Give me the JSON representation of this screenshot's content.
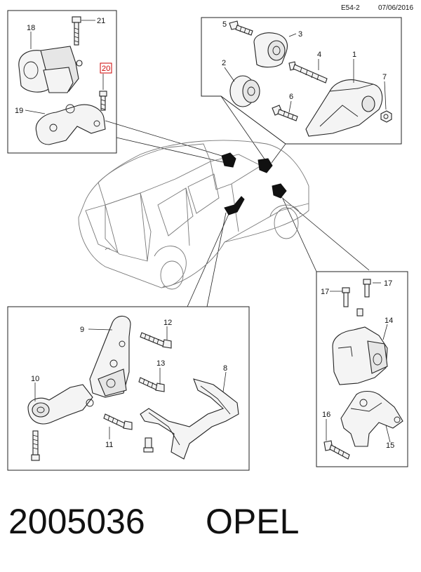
{
  "header": {
    "code": "E54-2",
    "date": "07/06/2016"
  },
  "footer": {
    "part_number": "2005036",
    "brand": "OPEL"
  },
  "callouts": {
    "c1": "1",
    "c2": "2",
    "c3": "3",
    "c4": "4",
    "c5": "5",
    "c6": "6",
    "c7": "7",
    "c8": "8",
    "c9": "9",
    "c10": "10",
    "c11": "11",
    "c12": "12",
    "c13": "13",
    "c14": "14",
    "c15": "15",
    "c16": "16",
    "c17a": "17",
    "c17b": "17",
    "c18": "18",
    "c19": "19",
    "c20": "20",
    "c21": "21"
  },
  "highlight": {
    "callout": "20",
    "color": "#c00000"
  }
}
